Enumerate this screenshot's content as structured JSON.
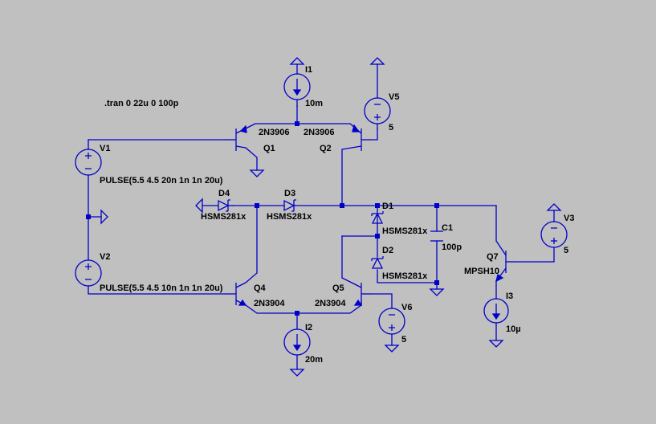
{
  "directive": ".tran 0 22u 0 100p",
  "components": {
    "I1": {
      "name": "I1",
      "value": "10m"
    },
    "I2": {
      "name": "I2",
      "value": "20m"
    },
    "I3": {
      "name": "I3",
      "value": "10µ"
    },
    "V1": {
      "name": "V1",
      "value": "PULSE(5.5 4.5 20n 1n 1n 20u)"
    },
    "V2": {
      "name": "V2",
      "value": "PULSE(5.5 4.5 10n 1n 1n 20u)"
    },
    "V3": {
      "name": "V3",
      "value": "5"
    },
    "V5": {
      "name": "V5",
      "value": "5"
    },
    "V6": {
      "name": "V6",
      "value": "5"
    },
    "Q1": {
      "name": "Q1",
      "model": "2N3906"
    },
    "Q2": {
      "name": "Q2",
      "model": "2N3906"
    },
    "Q4": {
      "name": "Q4",
      "model": "2N3904"
    },
    "Q5": {
      "name": "Q5",
      "model": "2N3904"
    },
    "Q7": {
      "name": "Q7",
      "model": "MPSH10"
    },
    "D1": {
      "name": "D1",
      "model": "HSMS281x"
    },
    "D2": {
      "name": "D2",
      "model": "HSMS281x"
    },
    "D3": {
      "name": "D3",
      "model": "HSMS281x"
    },
    "D4": {
      "name": "D4",
      "model": "HSMS281x"
    },
    "C1": {
      "name": "C1",
      "value": "100p"
    }
  },
  "colors": {
    "background": "#c0c0c0",
    "wire": "#0000c8",
    "text": "#000000"
  }
}
